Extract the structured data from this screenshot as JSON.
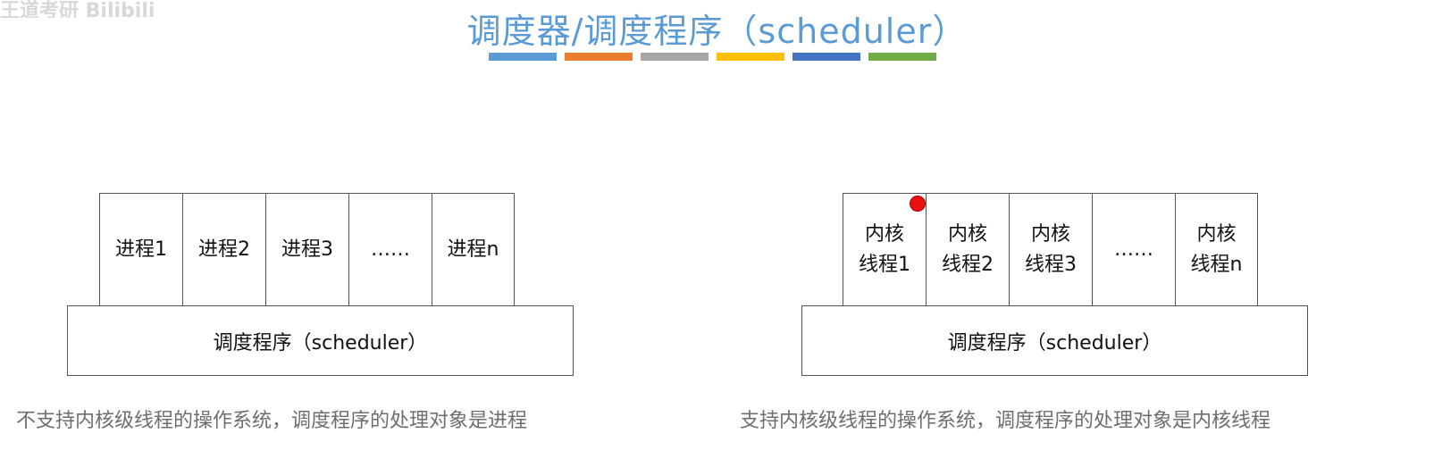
{
  "watermark": "王道考研  Bilibili",
  "title": "调度器/调度程序（scheduler）",
  "color_bar": [
    "#5b9bd5",
    "#ed7d31",
    "#a5a5a5",
    "#ffc000",
    "#4472c4",
    "#70ad47"
  ],
  "left": {
    "cells": [
      "进程1",
      "进程2",
      "进程3",
      "……",
      "进程n"
    ],
    "scheduler": "调度程序（scheduler）",
    "caption": "不支持内核级线程的操作系统，调度程序的处理对象是进程"
  },
  "right": {
    "cells": [
      "内核\n线程1",
      "内核\n线程2",
      "内核\n线程3",
      "……",
      "内核\n线程n"
    ],
    "scheduler": "调度程序（scheduler）",
    "caption": "支持内核级线程的操作系统，调度程序的处理对象是内核线程"
  }
}
